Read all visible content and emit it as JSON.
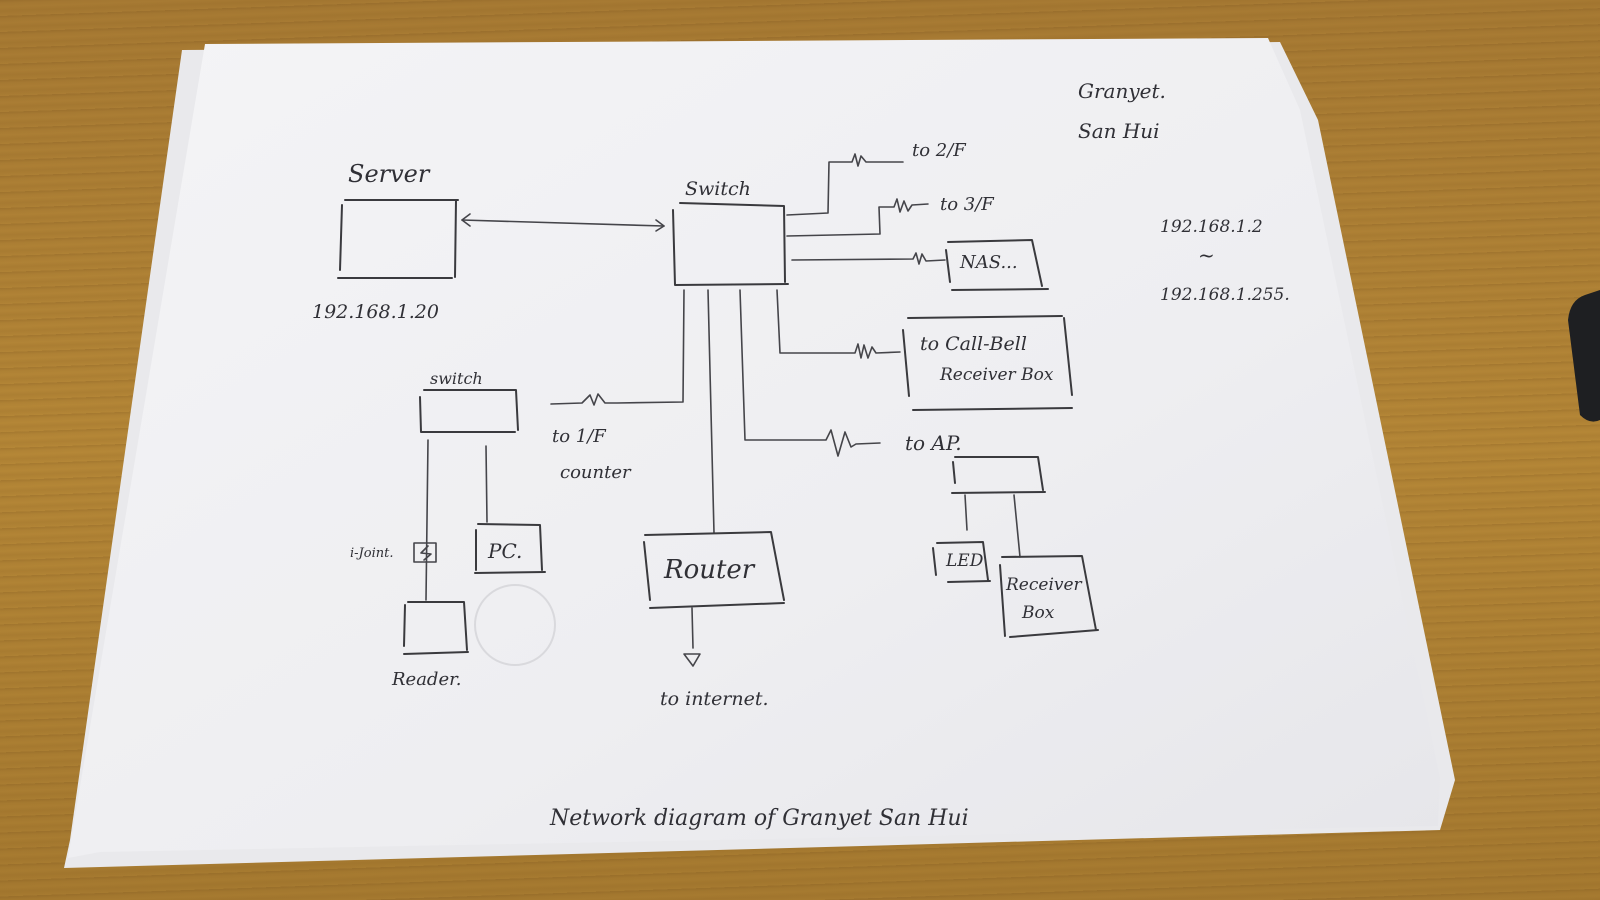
{
  "diagram": {
    "title": "Network diagram of Granyet San Hui",
    "header_note": {
      "line1": "Granyet.",
      "line2": "San Hui"
    },
    "ip_range": {
      "start": "192.168.1.2",
      "separator": "~",
      "end": "192.168.1.255."
    },
    "nodes": {
      "server": {
        "label": "Server",
        "ip": "192.168.1.20"
      },
      "main_switch": {
        "label": "Switch"
      },
      "sub_switch": {
        "label": "switch"
      },
      "nas": {
        "label": "NAS..."
      },
      "call_bell": {
        "line1": "to  Call-Bell",
        "line2": "Receiver Box"
      },
      "ap": {
        "label": "to  AP."
      },
      "led": {
        "label": "LED"
      },
      "receiver_box": {
        "line1": "Receiver",
        "line2": "Box"
      },
      "router": {
        "label": "Router"
      },
      "pc": {
        "label": "PC."
      },
      "reader": {
        "label": "Reader."
      },
      "i_joint": {
        "label": "i-Joint."
      }
    },
    "links": {
      "to_2f": "to 2/F",
      "to_3f": "to 3/F",
      "to_1f_line1": "to 1/F",
      "to_1f_line2": "counter",
      "to_internet": "to internet."
    }
  },
  "colors": {
    "desk": "#a8792f",
    "paper": "#f2f2f4",
    "ink": "#3a3a3e"
  }
}
